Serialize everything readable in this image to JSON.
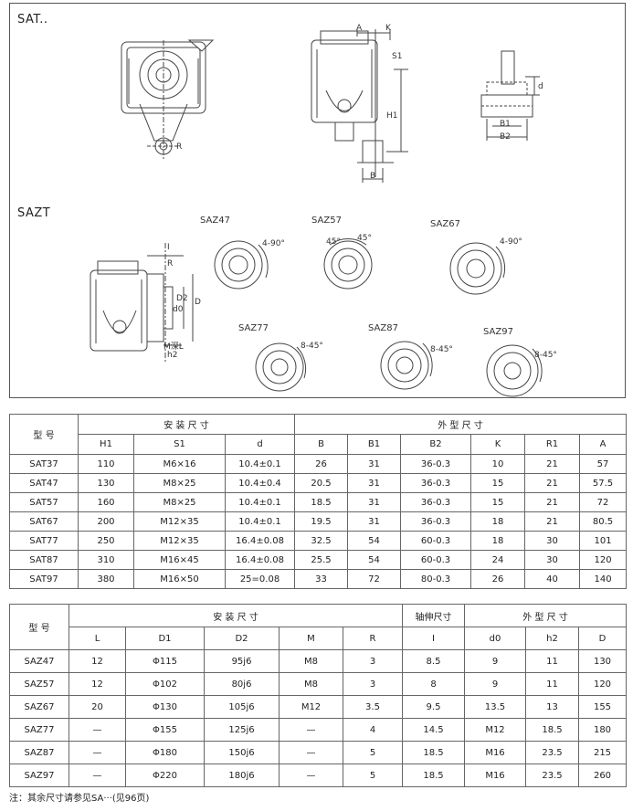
{
  "drawing": {
    "sat_label": "SAT..",
    "sazt_label": "SAZT",
    "dims_sat": {
      "A": "A",
      "K": "K",
      "S1": "S1",
      "H1": "H1",
      "B": "B",
      "d": "d",
      "B1": "B1",
      "B2": "B2",
      "R": "R"
    },
    "dims_sazt": {
      "I": "I",
      "R": "R",
      "d0": "d0",
      "D2": "D2",
      "D": "D",
      "M": "M深L",
      "h2": "h2"
    },
    "variants": [
      {
        "name": "SAZ47",
        "angle": "4-90°"
      },
      {
        "name": "SAZ57",
        "angle": "45°",
        "angle2": "45°"
      },
      {
        "name": "SAZ67",
        "angle": "4-90°"
      },
      {
        "name": "SAZ77",
        "angle": "8-45°"
      },
      {
        "name": "SAZ87",
        "angle": "8-45°"
      },
      {
        "name": "SAZ97",
        "angle": "8-45°"
      }
    ]
  },
  "table1": {
    "col0": "型 号",
    "group1": "安 装 尺 寸",
    "group2": "外 型 尺 寸",
    "headers": [
      "H1",
      "S1",
      "d",
      "B",
      "B1",
      "B2",
      "K",
      "R1",
      "A"
    ],
    "rows": [
      [
        "SAT37",
        "110",
        "M6×16",
        "10.4±0.1",
        "26",
        "31",
        "36-0.3",
        "10",
        "21",
        "57"
      ],
      [
        "SAT47",
        "130",
        "M8×25",
        "10.4±0.4",
        "20.5",
        "31",
        "36-0.3",
        "15",
        "21",
        "57.5"
      ],
      [
        "SAT57",
        "160",
        "M8×25",
        "10.4±0.1",
        "18.5",
        "31",
        "36-0.3",
        "15",
        "21",
        "72"
      ],
      [
        "SAT67",
        "200",
        "M12×35",
        "10.4±0.1",
        "19.5",
        "31",
        "36-0.3",
        "18",
        "21",
        "80.5"
      ],
      [
        "SAT77",
        "250",
        "M12×35",
        "16.4±0.08",
        "32.5",
        "54",
        "60-0.3",
        "18",
        "30",
        "101"
      ],
      [
        "SAT87",
        "310",
        "M16×45",
        "16.4±0.08",
        "25.5",
        "54",
        "60-0.3",
        "24",
        "30",
        "120"
      ],
      [
        "SAT97",
        "380",
        "M16×50",
        "25=0.08",
        "33",
        "72",
        "80-0.3",
        "26",
        "40",
        "140"
      ]
    ]
  },
  "table2": {
    "col0": "型 号",
    "group1": "安 装 尺 寸",
    "group2": "轴伸尺寸",
    "group3": "外 型 尺 寸",
    "headers": [
      "L",
      "D1",
      "D2",
      "M",
      "R",
      "I",
      "d0",
      "h2",
      "D"
    ],
    "rows": [
      [
        "SAZ47",
        "12",
        "Φ115",
        "95j6",
        "M8",
        "3",
        "8.5",
        "9",
        "11",
        "130"
      ],
      [
        "SAZ57",
        "12",
        "Φ102",
        "80j6",
        "M8",
        "3",
        "8",
        "9",
        "11",
        "120"
      ],
      [
        "SAZ67",
        "20",
        "Φ130",
        "105j6",
        "M12",
        "3.5",
        "9.5",
        "13.5",
        "13",
        "155"
      ],
      [
        "SAZ77",
        "—",
        "Φ155",
        "125j6",
        "—",
        "4",
        "14.5",
        "M12",
        "18.5",
        "180"
      ],
      [
        "SAZ87",
        "—",
        "Φ180",
        "150j6",
        "—",
        "5",
        "18.5",
        "M16",
        "23.5",
        "215"
      ],
      [
        "SAZ97",
        "—",
        "Φ220",
        "180j6",
        "—",
        "5",
        "18.5",
        "M16",
        "23.5",
        "260"
      ]
    ]
  },
  "note": "注：其余尺寸请参见SA···(见96页)"
}
